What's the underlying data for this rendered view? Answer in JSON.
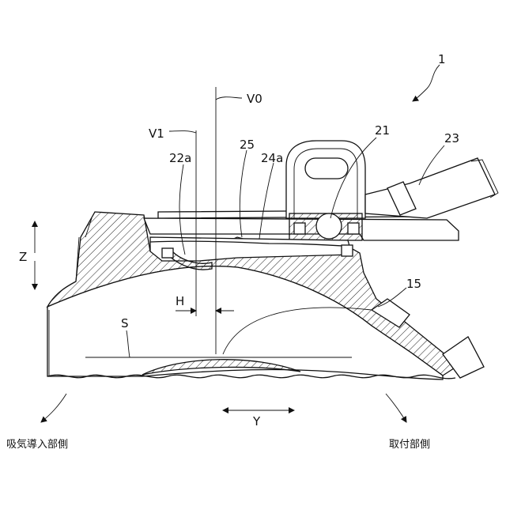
{
  "labels": {
    "assembly": "1",
    "v0": "V0",
    "v1": "V1",
    "p21": "21",
    "p23": "23",
    "p25": "25",
    "p22a": "22a",
    "p24a": "24a",
    "z": "Z",
    "h": "H",
    "s": "S",
    "p15": "15",
    "y": "Y",
    "intake_side": "吸気導入部側",
    "mount_side": "取付部側"
  }
}
